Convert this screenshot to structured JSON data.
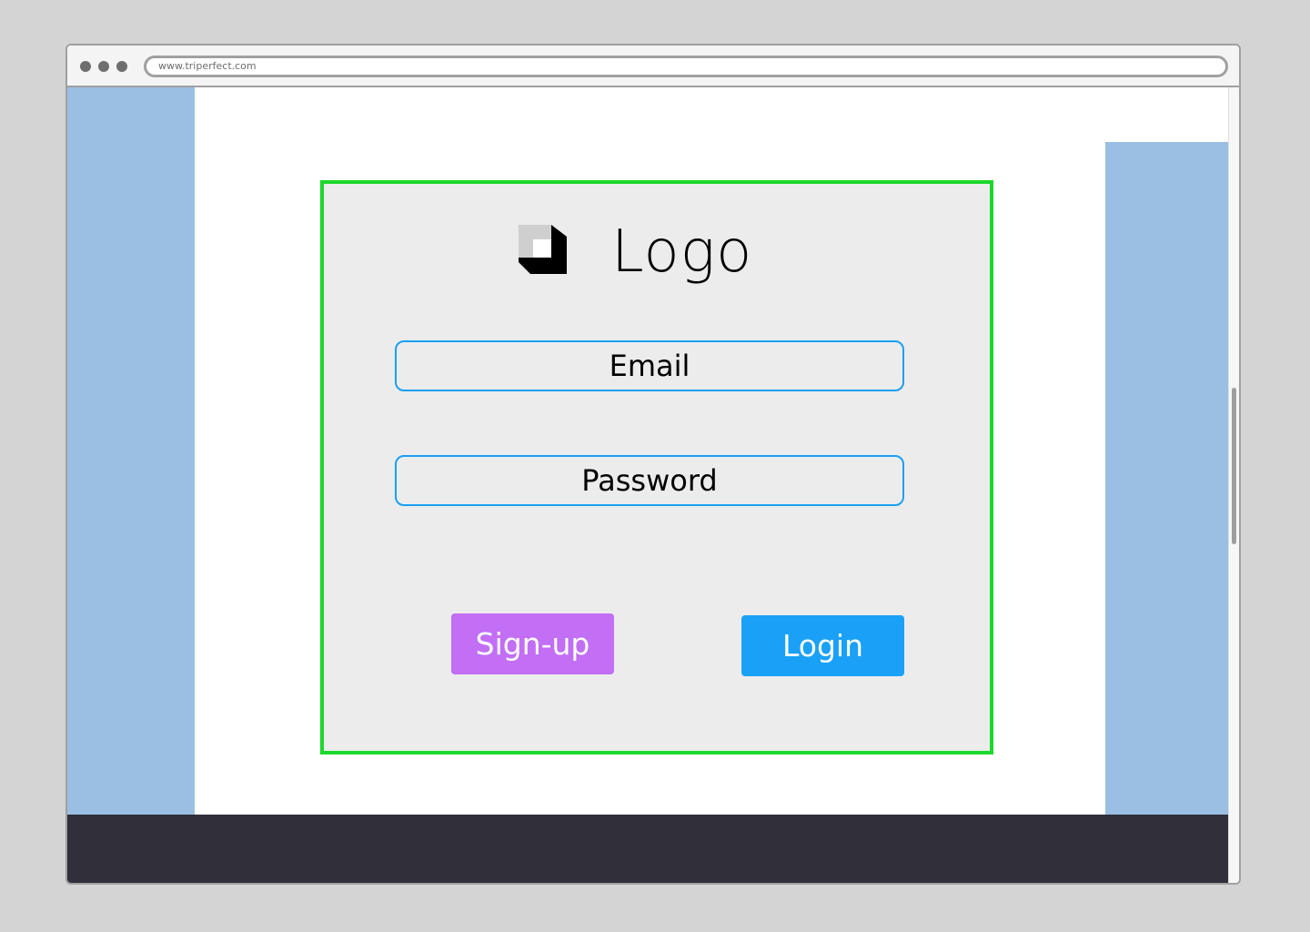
{
  "browser": {
    "url": "www.triperfect.com"
  },
  "login": {
    "logo_text": "Logo",
    "email_placeholder": "Email",
    "password_placeholder": "Password",
    "signup_label": "Sign-up",
    "login_label": "Login"
  },
  "colors": {
    "side_panel": "#9abfe3",
    "footer": "#302f3a",
    "card_border": "#1cd72c",
    "card_background": "#ececed",
    "field_border": "#1ba0f0",
    "signup_button": "#c26ef5",
    "login_button": "#1aa1f7"
  },
  "icons": {
    "logo": "logo-mark-icon"
  }
}
